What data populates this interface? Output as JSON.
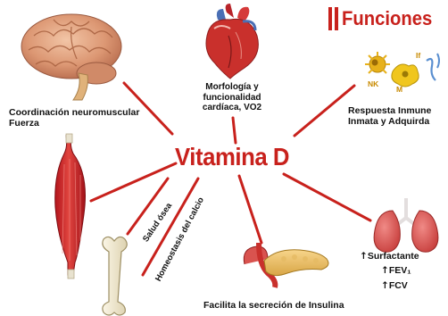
{
  "header": {
    "title": "Funciones"
  },
  "center": {
    "title": "Vitamina D"
  },
  "labels": {
    "brain_line1": "Coordinación neuromuscular",
    "brain_line2": "Fuerza",
    "heart_line1": "Morfología y",
    "heart_line2": "funcionalidad",
    "heart_line3": "cardíaca, VO2",
    "immune_line1": "Respuesta Inmune",
    "immune_line2": "Inmata y Adquirda",
    "bone_health": "Salud ósea",
    "calcium": "Homeostasis del calcio",
    "pancreas": "Facilita la secreción de Insulina",
    "surfactant": "Surfactante",
    "fev1": "FEV₁",
    "fcv": "FCV",
    "arrow": "↑"
  },
  "immune_cells": {
    "nk": "NK",
    "m": "M",
    "ifn": "If"
  },
  "colors": {
    "accent": "#c8211c",
    "text": "#111111",
    "background": "#ffffff"
  }
}
